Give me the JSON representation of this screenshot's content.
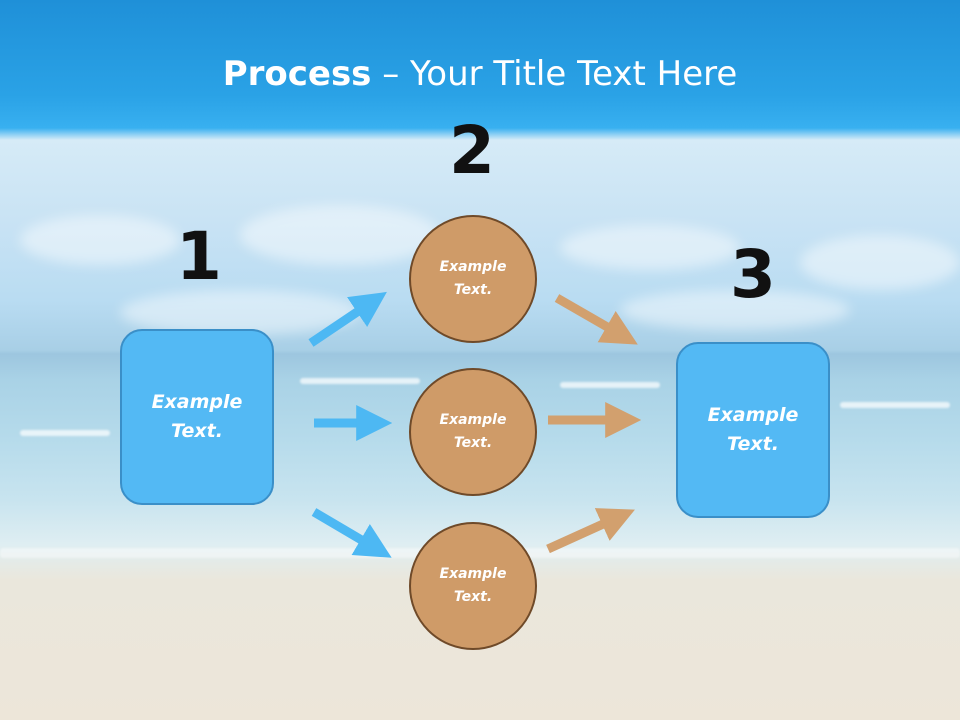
{
  "title": {
    "bold": "Process",
    "rest": " – Your Title Text Here"
  },
  "steps": [
    {
      "number": "1",
      "label": "Example\nText."
    },
    {
      "number": "2",
      "labels": [
        "Example\nText.",
        "Example\nText.",
        "Example\nText."
      ]
    },
    {
      "number": "3",
      "label": "Example\nText."
    }
  ],
  "colors": {
    "blue_box": "#53b9f4",
    "blue_arrow": "#4db8f3",
    "tan_circle": "#cf9b68",
    "tan_arrow": "#d2a06e",
    "circle_border": "#6f4a29",
    "number_text": "#111111"
  }
}
